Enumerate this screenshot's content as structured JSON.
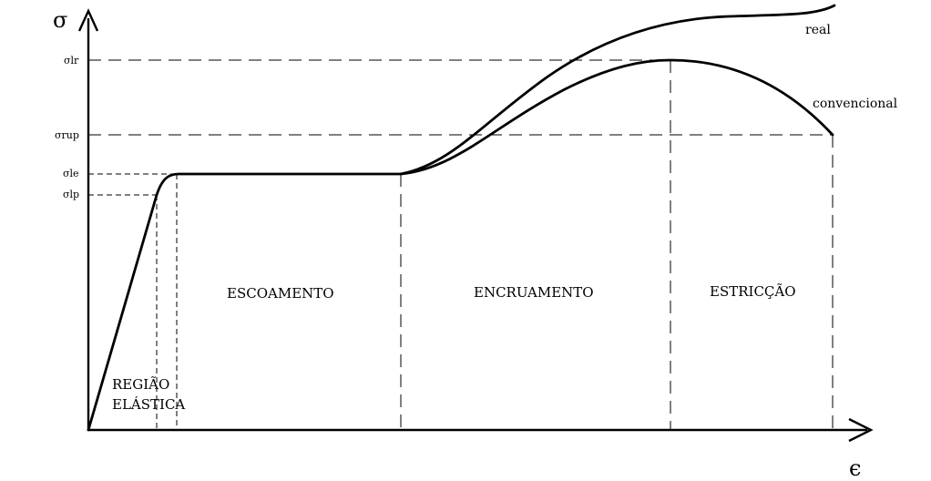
{
  "axes": {
    "y_symbol": "σ",
    "x_symbol": "ϵ"
  },
  "levels": [
    {
      "key": "lr",
      "label": "σlr"
    },
    {
      "key": "rup",
      "label": "σrup"
    },
    {
      "key": "le",
      "label": "σle"
    },
    {
      "key": "lp",
      "label": "σlp"
    }
  ],
  "regions": {
    "elastic_line1": "REGIÃO",
    "elastic_line2": "ELÁSTICA",
    "yielding": "ESCOAMENTO",
    "hardening": "ENCRUAMENTO",
    "necking": "ESTRICÇÃO"
  },
  "curves": {
    "real": "real",
    "conventional": "convencional"
  }
}
